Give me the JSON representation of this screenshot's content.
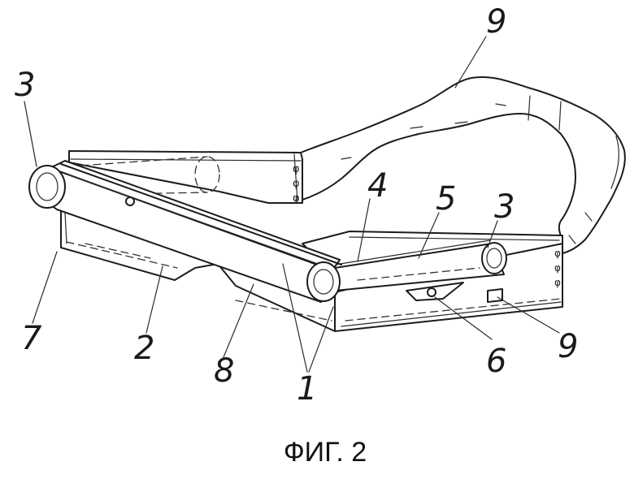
{
  "figure": {
    "caption": "ФИГ. 2",
    "reference_numerals": [
      {
        "id": "3-left",
        "text": "3"
      },
      {
        "id": "9-top",
        "text": "9"
      },
      {
        "id": "4",
        "text": "4"
      },
      {
        "id": "5",
        "text": "5"
      },
      {
        "id": "3-right",
        "text": "3"
      },
      {
        "id": "7",
        "text": "7"
      },
      {
        "id": "2",
        "text": "2"
      },
      {
        "id": "8",
        "text": "8"
      },
      {
        "id": "1",
        "text": "1"
      },
      {
        "id": "6",
        "text": "6"
      },
      {
        "id": "9-bottom",
        "text": "9"
      }
    ]
  }
}
